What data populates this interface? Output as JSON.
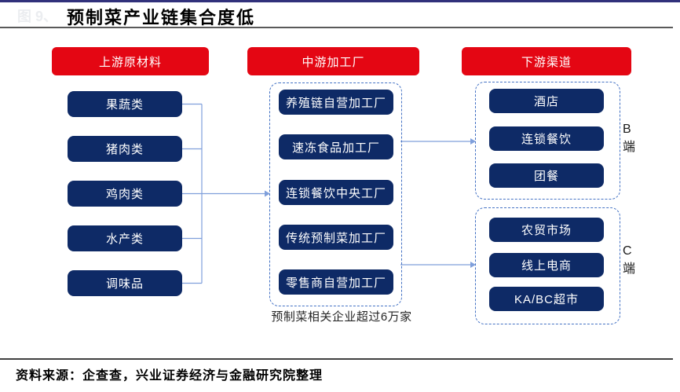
{
  "figure_label": "图 9、",
  "title": "预制菜产业链集合度低",
  "columns": [
    {
      "header": "上游原材料",
      "items": [
        "果蔬类",
        "猪肉类",
        "鸡肉类",
        "水产类",
        "调味品"
      ]
    },
    {
      "header": "中游加工厂",
      "items": [
        "养殖链自营加工厂",
        "速冻食品加工厂",
        "连锁餐饮中央工厂",
        "传统预制菜加工厂",
        "零售商自营加工厂"
      ],
      "caption": "预制菜相关企业超过6万家"
    },
    {
      "header": "下游渠道",
      "groups": [
        {
          "label_lines": [
            "B",
            "端"
          ],
          "items": [
            "酒店",
            "连锁餐饮",
            "团餐"
          ]
        },
        {
          "label_lines": [
            "C",
            "端"
          ],
          "items": [
            "农贸市场",
            "线上电商",
            "KA/BC超市"
          ]
        }
      ]
    }
  ],
  "source": "资料来源：企查查，兴业证券经济与金融研究院整理",
  "colors": {
    "header_red": "#e40613",
    "box_navy": "#0e2a66",
    "dashed_border_blue": "#4472c4",
    "connector_blue": "#7f9fdb",
    "top_bar_navy": "#31317b"
  }
}
